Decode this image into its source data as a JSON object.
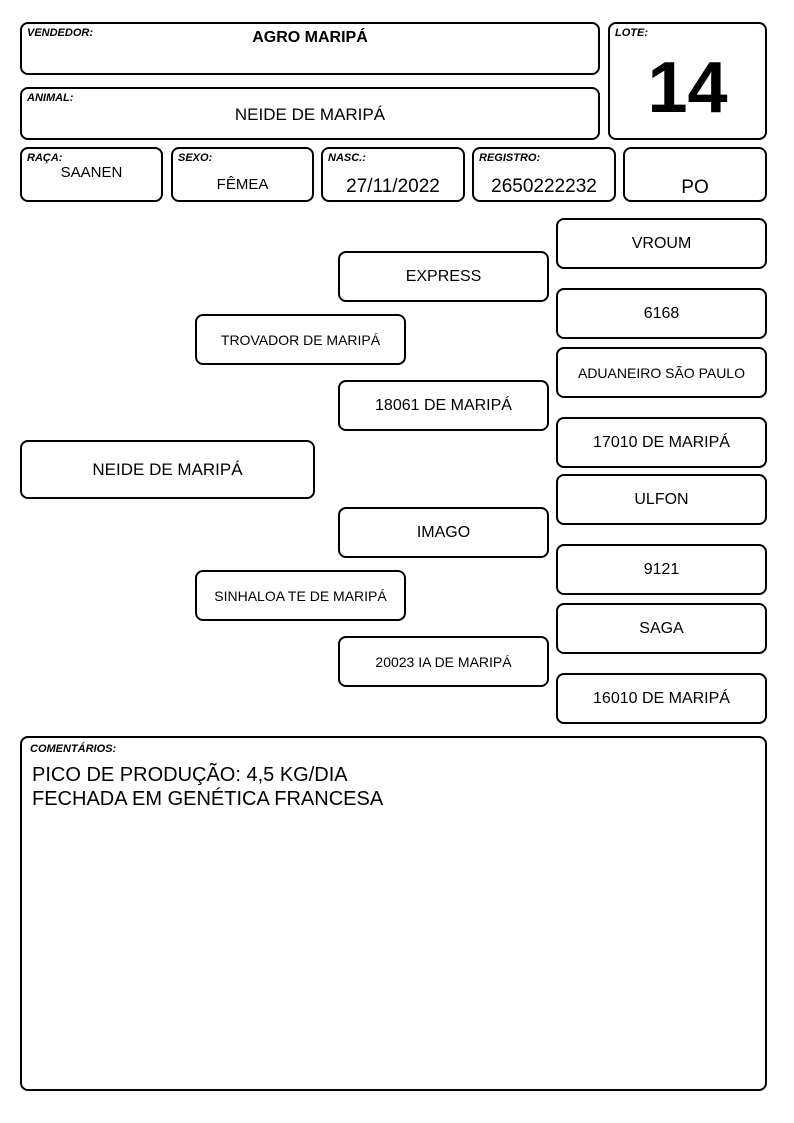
{
  "header": {
    "seller": {
      "label": "VENDEDOR:",
      "value": "AGRO MARIPÁ"
    },
    "lot": {
      "label": "LOTE:",
      "value": "14"
    },
    "animal": {
      "label": "ANIMAL:",
      "value": "NEIDE DE MARIPÁ"
    },
    "breed": {
      "label": "RAÇA:",
      "value": "SAANEN"
    },
    "sex": {
      "label": "SEXO:",
      "value": "FÊMEA"
    },
    "birth": {
      "label": "NASC.:",
      "value": "27/11/2022"
    },
    "registry": {
      "label": "REGISTRO:",
      "value": "2650222232"
    },
    "grade": {
      "value": "PO"
    }
  },
  "pedigree": {
    "animal": "NEIDE DE MARIPÁ",
    "sire": "TROVADOR DE MARIPÁ",
    "dam": "SINHALOA TE DE MARIPÁ",
    "sire_sire": "EXPRESS",
    "sire_dam": "18061 DE MARIPÁ",
    "dam_sire": "IMAGO",
    "dam_dam": "20023 IA DE MARIPÁ",
    "ggp": [
      "VROUM",
      "6168",
      "ADUANEIRO SÃO PAULO",
      "17010 DE MARIPÁ",
      "ULFON",
      "9121",
      "SAGA",
      "16010 DE MARIPÁ"
    ]
  },
  "comments": {
    "label": "COMENTÁRIOS:",
    "lines": [
      "PICO DE PRODUÇÃO: 4,5 KG/DIA",
      "FECHADA EM GENÉTICA FRANCESA"
    ]
  }
}
